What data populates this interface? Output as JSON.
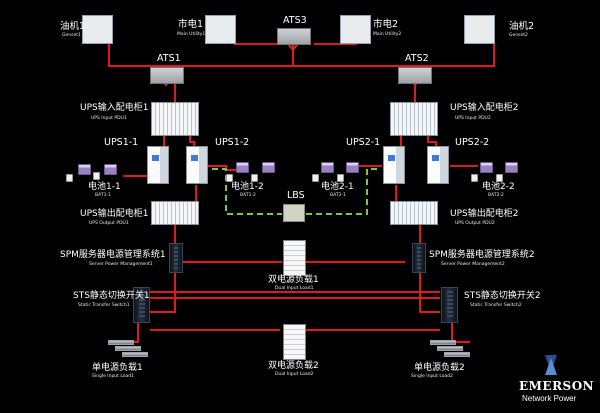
{
  "colors": {
    "bus": "#e0191e",
    "lbs_link": "#7ac943",
    "background": "#000000"
  },
  "icons": [
    "tower-icon",
    "generator-icon",
    "ats-switch-icon",
    "emerson-logo-icon"
  ],
  "gen1": {
    "zh": "油机1",
    "en": "Genset1"
  },
  "gen2": {
    "zh": "油机2",
    "en": "Genset2"
  },
  "util1": {
    "zh": "市电1",
    "en": "Main Utility1"
  },
  "util2": {
    "zh": "市电2",
    "en": "Main Utility2"
  },
  "ats1": "ATS1",
  "ats2": "ATS2",
  "ats3": "ATS3",
  "pdu_in1": {
    "zh": "UPS输入配电柜1",
    "en": "UPS Input PDU1"
  },
  "pdu_in2": {
    "zh": "UPS输入配电柜2",
    "en": "UPS Input PDU2"
  },
  "ups11": "UPS1-1",
  "ups12": "UPS1-2",
  "ups21": "UPS2-1",
  "ups22": "UPS2-2",
  "bat11": {
    "zh": "电池1-1",
    "en": "BAT1-1"
  },
  "bat12": {
    "zh": "电池1-2",
    "en": "BAT1-2"
  },
  "bat21": {
    "zh": "电池2-1",
    "en": "BAT2-1"
  },
  "bat22": {
    "zh": "电池2-2",
    "en": "BAT2-2"
  },
  "lbs": "LBS",
  "pdu_out1": {
    "zh": "UPS输出配电柜1",
    "en": "UPS Output PDU1"
  },
  "pdu_out2": {
    "zh": "UPS输出配电柜2",
    "en": "UPS Output PDU2"
  },
  "spm1": {
    "zh": "SPM服务器电源管理系统1",
    "en": "Server Power Management1"
  },
  "spm2": {
    "zh": "SPM服务器电源管理系统2",
    "en": "Server Power Management2"
  },
  "dual1": {
    "zh": "双电源负载1",
    "en": "Dual Input Load1"
  },
  "dual2": {
    "zh": "双电源负载2",
    "en": "Dual Input Load2"
  },
  "sts1": {
    "zh": "STS静态切换开关1",
    "en": "Static Transfer Switch1"
  },
  "sts2": {
    "zh": "STS静态切换开关2",
    "en": "Static Transfer Switch2"
  },
  "single1": {
    "zh": "单电源负载1",
    "en": "Single Input Load1"
  },
  "single2": {
    "zh": "单电源负载2",
    "en": "Single Input Load2"
  },
  "logo": {
    "brand": "EMERSON",
    "tagline": "Network Power"
  }
}
